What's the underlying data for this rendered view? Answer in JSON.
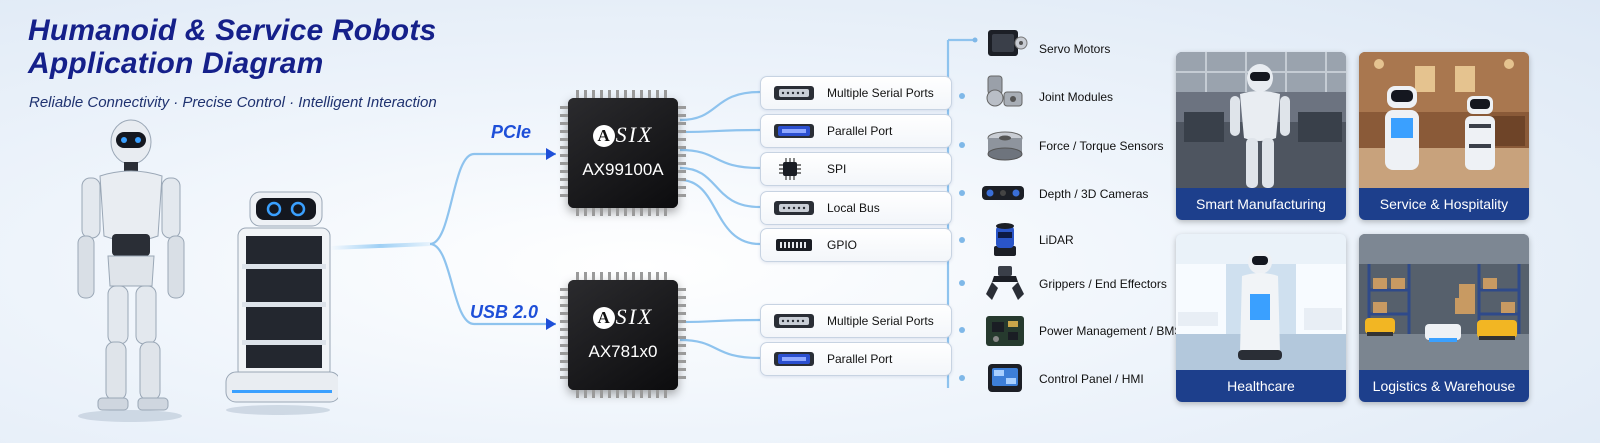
{
  "header": {
    "title_line1": "Humanoid & Service Robots",
    "title_line2": "Application Diagram",
    "subtitle": "Reliable Connectivity · Precise Control · Intelligent Interaction"
  },
  "buses": {
    "pcie": "PCIe",
    "usb": "USB 2.0"
  },
  "chips": [
    {
      "brand": "SIX",
      "brand_initial": "A",
      "part": "AX99100A"
    },
    {
      "brand": "SIX",
      "brand_initial": "A",
      "part": "AX781x0"
    }
  ],
  "ports_top": [
    "Multiple Serial Ports",
    "Parallel Port",
    "SPI",
    "Local Bus",
    "GPIO"
  ],
  "ports_bottom": [
    "Multiple Serial Ports",
    "Parallel Port"
  ],
  "components": [
    {
      "label": "Servo Motors",
      "icon": "servo-motor-icon"
    },
    {
      "label": "Joint Modules",
      "icon": "joint-module-icon"
    },
    {
      "label": "Force / Torque Sensors",
      "icon": "force-sensor-icon"
    },
    {
      "label": "Depth / 3D Cameras",
      "icon": "depth-camera-icon"
    },
    {
      "label": "LiDAR",
      "icon": "lidar-icon"
    },
    {
      "label": "Grippers / End Effectors",
      "icon": "gripper-icon"
    },
    {
      "label": "Power Management / BMS",
      "icon": "power-board-icon"
    },
    {
      "label": "Control Panel / HMI",
      "icon": "control-panel-icon"
    }
  ],
  "applications": [
    {
      "label": "Smart Manufacturing"
    },
    {
      "label": "Service & Hospitality"
    },
    {
      "label": "Healthcare"
    },
    {
      "label": "Logistics & Warehouse"
    }
  ],
  "colors": {
    "title": "#15208a",
    "bus": "#1e4fd8",
    "wire": "#8ec3ee",
    "caption_bg": "#1d3f8c"
  }
}
